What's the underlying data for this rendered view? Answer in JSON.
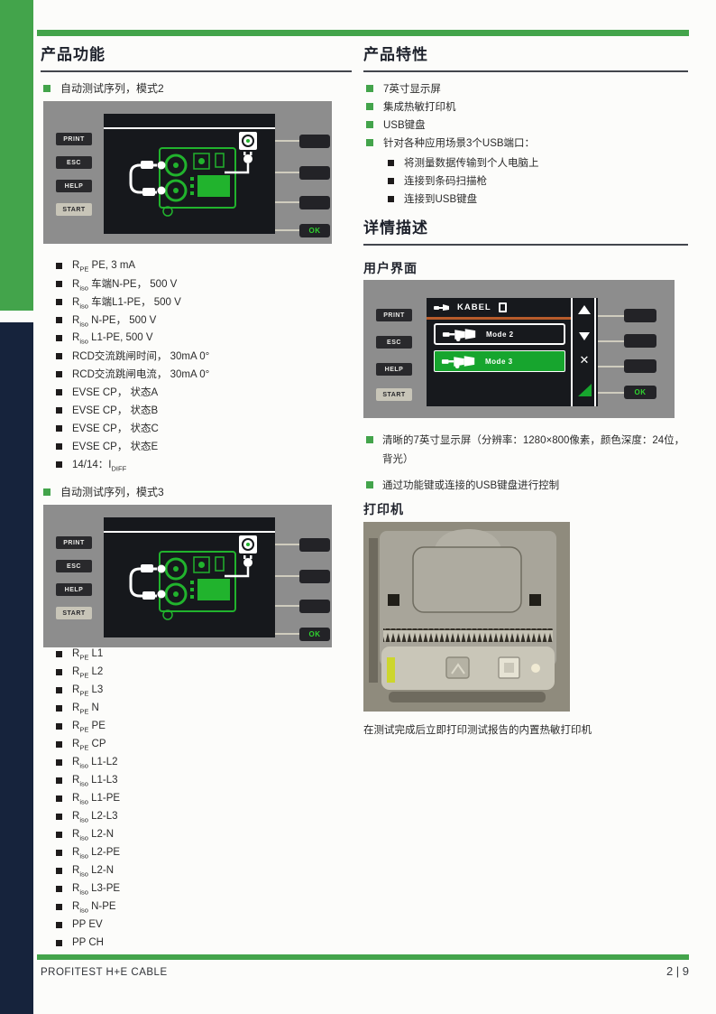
{
  "header": {
    "left_title": "产品功能",
    "right_title": "产品特性"
  },
  "left": {
    "mode2_label": "自动测试序列，模式2",
    "mode2_items": [
      {
        "b": "R",
        "s": "PE",
        "r": " PE, 3 mA"
      },
      {
        "b": "R",
        "s": "iso",
        "r": " 车端N-PE， 500 V"
      },
      {
        "b": "R",
        "s": "iso",
        "r": " 车端L1-PE， 500 V"
      },
      {
        "b": "R",
        "s": "iso",
        "r": " N-PE， 500 V"
      },
      {
        "b": "R",
        "s": "iso",
        "r": " L1-PE, 500 V"
      },
      {
        "b": "RCD交流跳闸时间， 30mA 0°"
      },
      {
        "b": "RCD交流跳闸电流， 30mA 0°"
      },
      {
        "b": "EVSE CP， 状态A"
      },
      {
        "b": "EVSE CP， 状态B"
      },
      {
        "b": "EVSE CP， 状态C"
      },
      {
        "b": "EVSE CP， 状态E"
      },
      {
        "b": "14/14：I",
        "s": "DIFF",
        "r": ""
      }
    ],
    "mode3_label": "自动测试序列，模式3",
    "mode3_items": [
      {
        "b": "R",
        "s": "PE",
        "r": " L1"
      },
      {
        "b": "R",
        "s": "PE",
        "r": " L2"
      },
      {
        "b": "R",
        "s": "PE",
        "r": " L3"
      },
      {
        "b": "R",
        "s": "PE",
        "r": " N"
      },
      {
        "b": "R",
        "s": "PE",
        "r": " PE"
      },
      {
        "b": "R",
        "s": "PE",
        "r": " CP"
      },
      {
        "b": "R",
        "s": "iso",
        "r": " L1-L2"
      },
      {
        "b": "R",
        "s": "iso",
        "r": " L1-L3"
      },
      {
        "b": "R",
        "s": "iso",
        "r": " L1-PE"
      },
      {
        "b": "R",
        "s": "iso",
        "r": " L2-L3"
      },
      {
        "b": "R",
        "s": "iso",
        "r": " L2-N"
      },
      {
        "b": "R",
        "s": "iso",
        "r": " L2-PE"
      },
      {
        "b": "R",
        "s": "iso",
        "r": " L2-N"
      },
      {
        "b": "R",
        "s": "iso",
        "r": " L3-PE"
      },
      {
        "b": "R",
        "s": "iso",
        "r": " N-PE"
      },
      {
        "b": "PP EV"
      },
      {
        "b": "PP CH"
      }
    ]
  },
  "right": {
    "features": [
      "7英寸显示屏",
      "集成热敏打印机",
      "USB键盘",
      "针对各种应用场景3个USB端口："
    ],
    "usb_sub_features": [
      "将测量数据传输到个人电脑上",
      "连接到条码扫描枪",
      "连接到USB键盘"
    ],
    "details_title": "详情描述",
    "ui_title": "用户界面",
    "ui_notes": [
      "清晰的7英寸显示屏（分辨率：1280×800像素，颜色深度：24位，背光）",
      "通过功能键或连接的USB键盘进行控制"
    ],
    "printer_title": "打印机",
    "printer_caption": "在测试完成后立即打印测试报告的内置热敏打印机"
  },
  "device": {
    "keys": [
      "PRINT",
      "ESC",
      "HELP",
      "START"
    ],
    "ok_label": "OK",
    "screen_title": "KABEL",
    "mode2_item": "Mode 2",
    "mode3_item": "Mode 3"
  },
  "footer": {
    "product_name": "PROFITEST H+E CABLE",
    "page_number": "2 | 9"
  },
  "colors": {
    "accent_green": "#43a44b",
    "navy": "#16233c",
    "orange_line": "#b75b2b",
    "selected_green": "#17a52e",
    "ok_green": "#2fd32f",
    "panel_gray": "#8d8d8d",
    "screen_dark": "#16181c"
  }
}
